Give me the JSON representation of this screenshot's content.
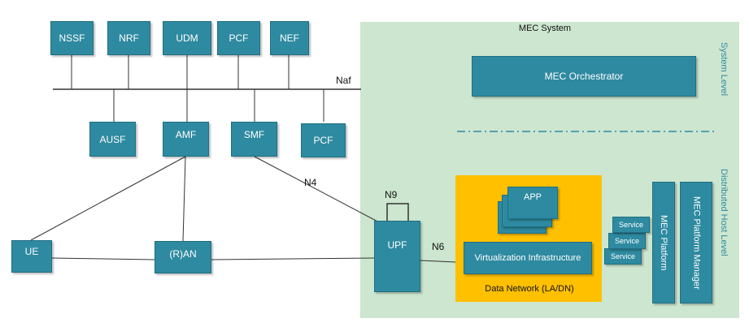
{
  "mec": {
    "title": "MEC System",
    "system_level": "System Level",
    "host_level": "Distributed Host Level",
    "orchestrator": "MEC Orchestrator",
    "data_network": "Data Network (LA/DN)",
    "app": "APP",
    "virtualization": "Virtualization Infrastructure",
    "service": "Service",
    "platform": "MEC Platform",
    "platform_manager": "MEC Platform Manager"
  },
  "core": {
    "top_row": [
      "NSSF",
      "NRF",
      "UDM",
      "PCF",
      "NEF"
    ],
    "bottom_row": [
      "AUSF",
      "AMF",
      "SMF",
      "PCF"
    ],
    "bus": "Naf",
    "ue": "UE",
    "ran": "(R)AN",
    "upf": "UPF",
    "n4": "N4",
    "n6": "N6",
    "n9": "N9"
  },
  "colors": {
    "nf_box": "#2e8aa0",
    "mec_bg": "#cde6cf",
    "data_network": "#ffc000",
    "level_text": "#2e8aa0"
  }
}
